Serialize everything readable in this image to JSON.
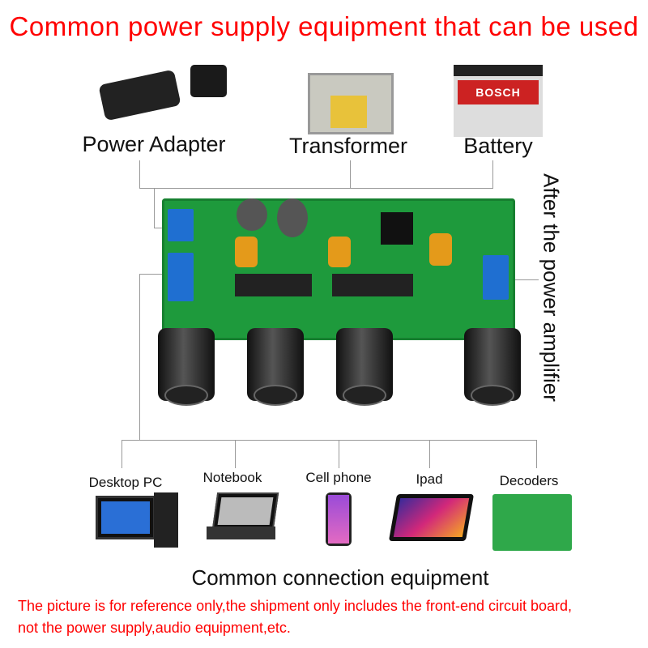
{
  "title": "Common power supply equipment that can be used",
  "power_sources": [
    {
      "label": "Power Adapter",
      "icon": "power-adapter-icon"
    },
    {
      "label": "Transformer",
      "icon": "transformer-icon"
    },
    {
      "label": "Battery",
      "icon": "battery-icon",
      "brand": "BOSCH"
    }
  ],
  "side_label": "After the power amplifier",
  "devices": [
    {
      "label": "Desktop PC",
      "icon": "desktop-pc-icon"
    },
    {
      "label": "Notebook",
      "icon": "notebook-icon"
    },
    {
      "label": "Cell phone",
      "icon": "cell-phone-icon"
    },
    {
      "label": "Ipad",
      "icon": "tablet-icon"
    },
    {
      "label": "Decoders",
      "icon": "decoder-board-icon"
    }
  ],
  "devices_caption": "Common connection equipment",
  "disclaimer": [
    "The picture is for reference only,the shipment only includes the front-end circuit board,",
    "not the power supply,audio equipment,etc."
  ],
  "colors": {
    "accent": "#ff0000",
    "board": "#1e9a3c",
    "terminal": "#1f6fd1"
  }
}
